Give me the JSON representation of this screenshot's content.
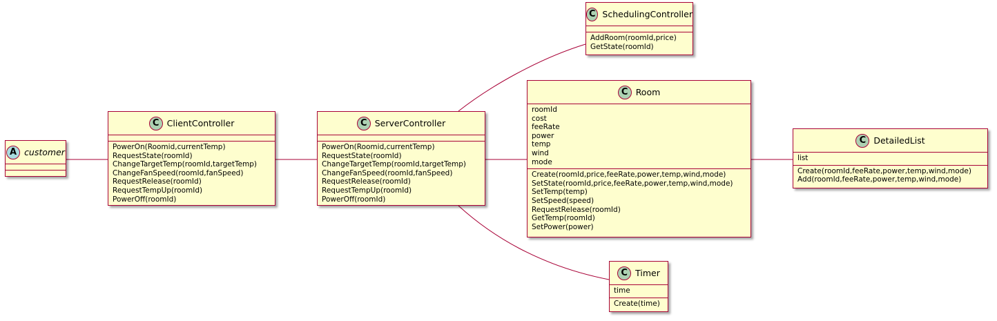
{
  "diagram": {
    "line_color": "#A80036",
    "fill_color": "#FEFECE",
    "classes": [
      {
        "id": "customer",
        "name": "customer",
        "kind": "abstract",
        "badge": "A",
        "badge_color": "#A9DCDF",
        "attributes": [],
        "methods": []
      },
      {
        "id": "client",
        "name": "ClientController",
        "kind": "class",
        "badge": "C",
        "badge_color": "#ADD1B2",
        "attributes": [],
        "methods": [
          "PowerOn(Roomid,currentTemp)",
          "RequestState(roomId)",
          "ChangeTargetTemp(roomId,targetTemp)",
          "ChangeFanSpeed(roomId,fanSpeed)",
          "RequestRelease(roomId)",
          "RequestTempUp(roomId)",
          "PowerOff(roomId)"
        ]
      },
      {
        "id": "server",
        "name": "ServerController",
        "kind": "class",
        "badge": "C",
        "badge_color": "#ADD1B2",
        "attributes": [],
        "methods": [
          "PowerOn(Roomid,currentTemp)",
          "RequestState(roomId)",
          "ChangeTargetTemp(roomId,targetTemp)",
          "ChangeFanSpeed(roomId,fanSpeed)",
          "RequestRelease(roomId)",
          "RequestTempUp(roomId)",
          "PowerOff(roomId)"
        ]
      },
      {
        "id": "scheduling",
        "name": "SchedulingController",
        "kind": "class",
        "badge": "C",
        "badge_color": "#ADD1B2",
        "attributes": [],
        "methods": [
          "AddRoom(roomId,price)",
          "GetState(roomId)"
        ]
      },
      {
        "id": "room",
        "name": "Room",
        "kind": "class",
        "badge": "C",
        "badge_color": "#ADD1B2",
        "attributes": [
          "roomId",
          "cost",
          "feeRate",
          "power",
          "temp",
          "wind",
          "mode"
        ],
        "methods": [
          "Create(roomId,price,feeRate,power,temp,wind,mode)",
          "SetState(roomId,price,feeRate,power,temp,wind,mode)",
          "SetTemp(temp)",
          "SetSpeed(speed)",
          "RequestRelease(roomId)",
          "GetTemp(roomId)",
          "SetPower(power)"
        ]
      },
      {
        "id": "timer",
        "name": "Timer",
        "kind": "class",
        "badge": "C",
        "badge_color": "#ADD1B2",
        "attributes": [
          "time"
        ],
        "methods": [
          "Create(time)"
        ]
      },
      {
        "id": "detailed",
        "name": "DetailedList",
        "kind": "class",
        "badge": "C",
        "badge_color": "#ADD1B2",
        "attributes": [
          "list"
        ],
        "methods": [
          "Create(roomId,feeRate,power,temp,wind,mode)",
          "Add(roomId,feeRate,power,temp,wind,mode)"
        ]
      }
    ],
    "associations": [
      {
        "from": "customer",
        "to": "client"
      },
      {
        "from": "client",
        "to": "server"
      },
      {
        "from": "server",
        "to": "scheduling"
      },
      {
        "from": "server",
        "to": "room"
      },
      {
        "from": "server",
        "to": "timer"
      },
      {
        "from": "room",
        "to": "detailed"
      }
    ]
  }
}
